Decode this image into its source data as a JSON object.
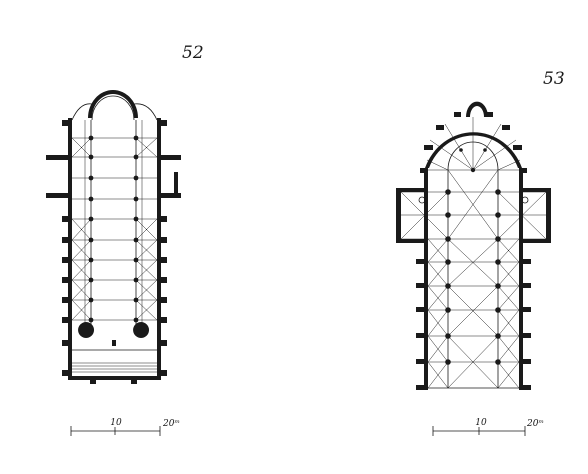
{
  "figures": [
    {
      "number": "52",
      "scale": {
        "mid": "10",
        "end": "20ᵐ"
      }
    },
    {
      "number": "53",
      "scale": {
        "mid": "10",
        "end": "20ᵐ"
      }
    }
  ]
}
